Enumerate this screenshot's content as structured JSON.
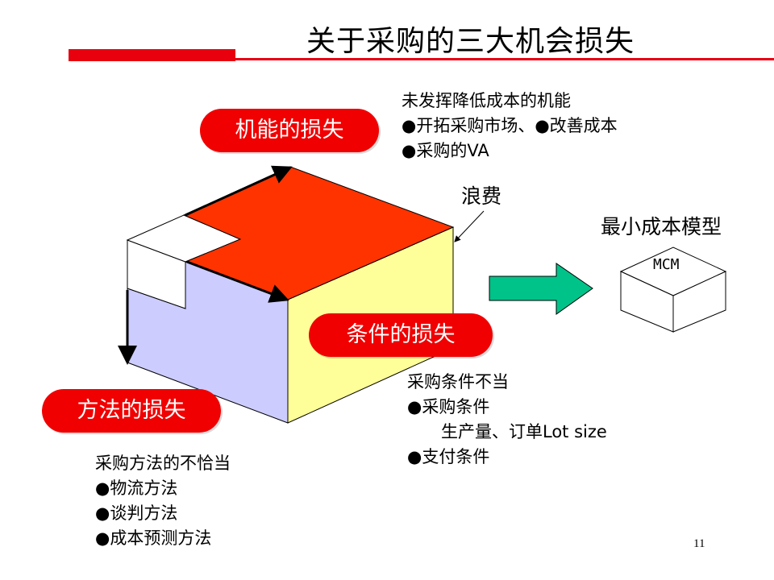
{
  "title": "关于采购的三大机会损失",
  "badges": {
    "function_loss": "机能的损失",
    "condition_loss": "条件的损失",
    "method_loss": "方法的损失"
  },
  "function_notes": [
    "未发挥降低成本的机能",
    "●开拓采购市场、●改善成本",
    "●采购的VA"
  ],
  "waste_label": "浪费",
  "mcm": {
    "heading": "最小成本模型",
    "box_label": "MCM"
  },
  "condition_notes": [
    "采购条件不当",
    "●采购条件",
    "　　生产量、订单Lot size",
    "●支付条件"
  ],
  "method_notes": [
    "采购方法的不恰当",
    "●物流方法",
    "●谈判方法",
    "●成本预测方法"
  ],
  "page_number": "11",
  "colors": {
    "accent_red": "#e8000e",
    "top_face": "#ff3300",
    "left_face": "#ccccff",
    "right_face": "#ffff99",
    "arrow": "#00c389"
  }
}
